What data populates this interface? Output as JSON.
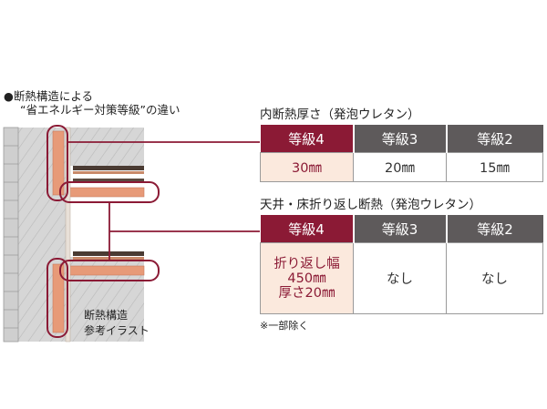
{
  "heading": {
    "line1": "●断熱構造による",
    "line2": "“省エネルギー対策等級”の違い"
  },
  "section1": {
    "title": "内断熱厚さ（発泡ウレタン）",
    "headers": [
      "等級4",
      "等級3",
      "等級2"
    ],
    "values": [
      "30㎜",
      "20㎜",
      "15㎜"
    ]
  },
  "section2": {
    "title": "天井・床折り返し断熱（発泡ウレタン）",
    "headers": [
      "等級4",
      "等級3",
      "等級2"
    ],
    "grade4_lines": [
      "折り返し幅",
      "450㎜",
      "厚さ20㎜"
    ],
    "values": [
      "なし",
      "なし"
    ]
  },
  "note": "※一部除く",
  "caption": {
    "line1": "断熱構造",
    "line2": "参考イラスト"
  },
  "colors": {
    "accent": "#8b1a35",
    "header_gray": "#5e5a5b",
    "highlight_bg": "#fbe9dd",
    "insulation": "#e79a78",
    "wall": "#d8d8d8"
  }
}
